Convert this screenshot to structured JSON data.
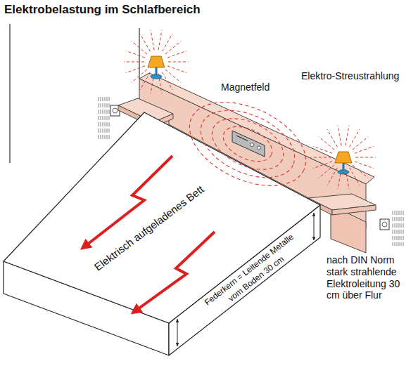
{
  "diagram": {
    "title": "Elektrobelastung im Schlafbereich",
    "labels": [
      "Magnetfeld",
      "Elektro-Streustrahlung",
      "Elektrisch aufgeladenes Bett",
      "Federkern = Leitende Metalle",
      "vom Boden 30 cm",
      "nach DIN Norm stark strahlende Elektroleitung 30 cm über Flur"
    ]
  }
}
